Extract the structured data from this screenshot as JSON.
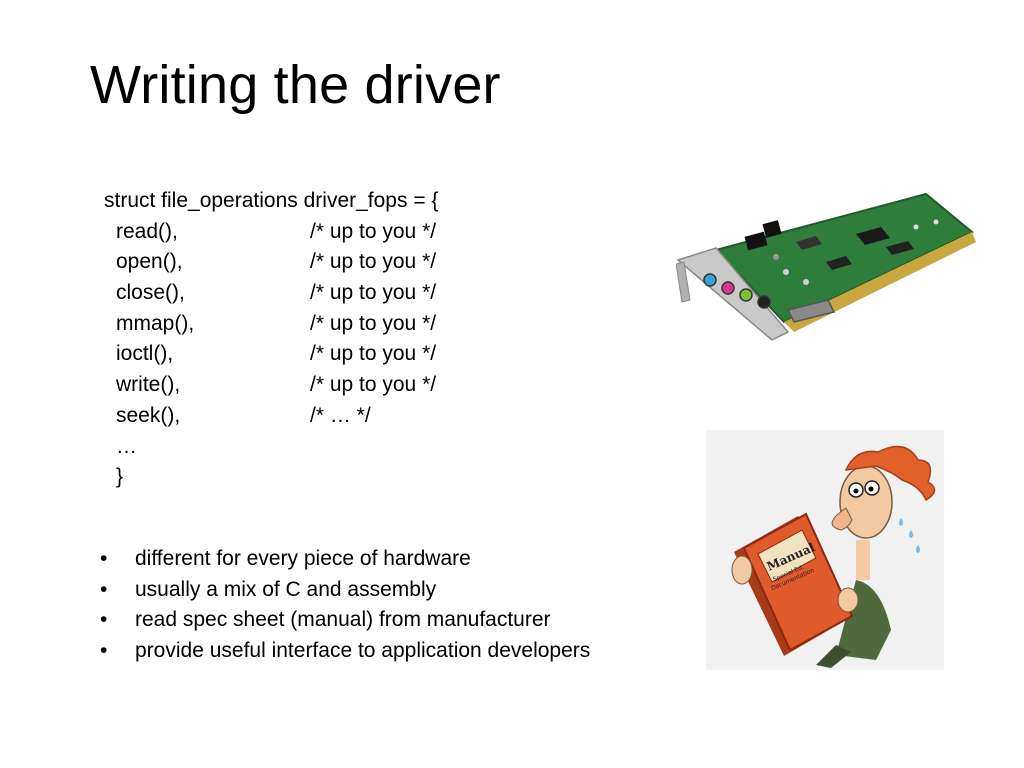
{
  "title": "Writing the driver",
  "code": {
    "header": "struct file_operations driver_fops = {",
    "entries": [
      {
        "fn": "read(),",
        "comment": "/* up to you */"
      },
      {
        "fn": "open(),",
        "comment": "/* up to you */"
      },
      {
        "fn": "close(),",
        "comment": "/* up to you */"
      },
      {
        "fn": "mmap(),",
        "comment": "/* up to you */"
      },
      {
        "fn": "ioctl(),",
        "comment": "/* up to you */"
      },
      {
        "fn": "write(),",
        "comment": "/* up to you */"
      },
      {
        "fn": "seek(),",
        "comment": "/* … */"
      }
    ],
    "ellipsis": "…",
    "closing": "}"
  },
  "bullets": [
    "different for every piece of hardware",
    "usually a mix of C and assembly",
    "read spec sheet (manual) from manufacturer",
    "provide useful interface to application developers"
  ],
  "bullet_glyph": "•",
  "images": {
    "sound_card": "sound-card-icon",
    "manual_cartoon": "manual-reader-icon"
  },
  "manual_book": {
    "title": "Manual",
    "subtitle_1": "Special Ed.",
    "subtitle_2": "Documentation"
  },
  "colors": {
    "pcb": "#2f7d3a",
    "bracket": "#c9c9c9",
    "book": "#e05a2b",
    "hair": "#e2612a"
  }
}
